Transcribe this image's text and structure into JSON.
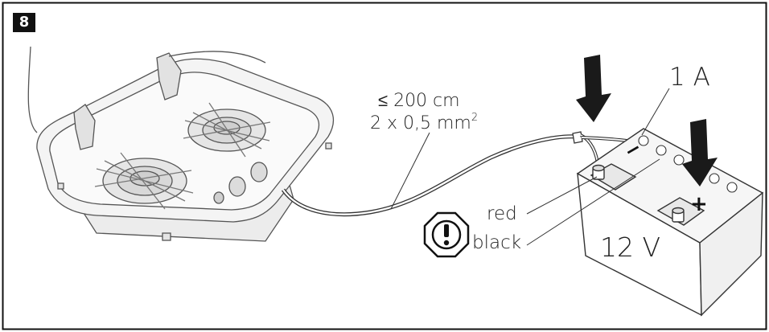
{
  "figure": {
    "step_number": "8",
    "cable_length": "≤ 200 cm",
    "cable_spec_base": "2 x 0,5 mm",
    "cable_spec_sup": "2",
    "fuse_label": "1 A",
    "wire_red_label": "red",
    "wire_black_label": "black",
    "battery_voltage": "12 V",
    "battery_minus": "−",
    "battery_plus": "+"
  }
}
